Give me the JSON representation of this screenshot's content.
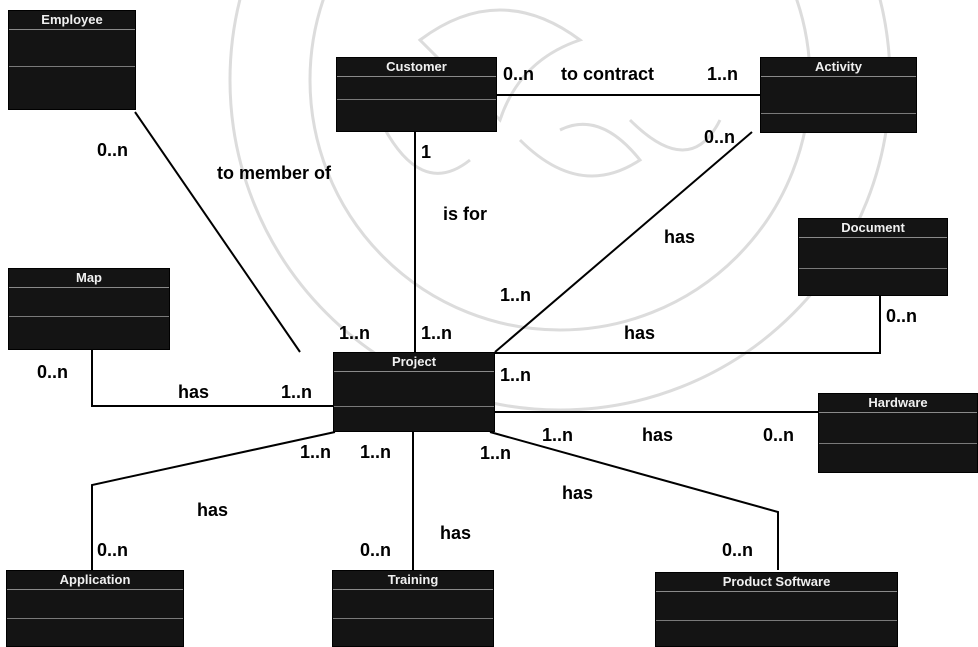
{
  "classes": {
    "employee": "Employee",
    "customer": "Customer",
    "activity": "Activity",
    "map": "Map",
    "document": "Document",
    "project": "Project",
    "hardware": "Hardware",
    "application": "Application",
    "training": "Training",
    "product_software": "Product Software"
  },
  "labels": {
    "employee_mult": "0..n",
    "to_member_of": "to member of",
    "customer_left": "0..n",
    "to_contract": "to contract",
    "activity_left": "1..n",
    "customer_down": "1",
    "is_for": "is for",
    "activity_down": "0..n",
    "has_activity": "has",
    "act_project": "1..n",
    "doc_mult": "0..n",
    "has_document": "has",
    "proj_emp": "1..n",
    "proj_cust": "1..n",
    "proj_doc": "1..n",
    "map_mult": "0..n",
    "has_map": "has",
    "proj_map": "1..n",
    "proj_hw": "1..n",
    "has_hw": "has",
    "hw_mult": "0..n",
    "proj_app": "1..n",
    "proj_training": "1..n",
    "proj_prod": "1..n",
    "has_app": "has",
    "has_training": "has",
    "has_prod": "has",
    "app_mult": "0..n",
    "training_mult": "0..n",
    "prod_mult": "0..n"
  },
  "colors": {
    "class_fill": "#141414",
    "line": "#000000",
    "watermark": "#d8d8d8"
  }
}
